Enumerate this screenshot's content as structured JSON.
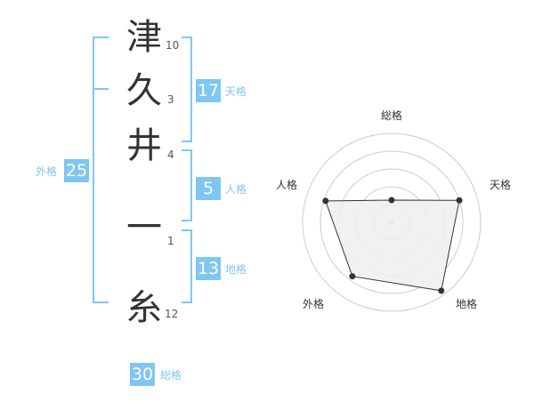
{
  "characters": [
    {
      "char": "津",
      "strokes": "10"
    },
    {
      "char": "久",
      "strokes": "3"
    },
    {
      "char": "井",
      "strokes": "4"
    },
    {
      "char": "一",
      "strokes": "1"
    },
    {
      "char": "糸",
      "strokes": "12"
    }
  ],
  "kaku": {
    "tenkaku": {
      "value": "17",
      "label": "天格"
    },
    "jinkaku": {
      "value": "5",
      "label": "人格"
    },
    "chikaku": {
      "value": "13",
      "label": "地格"
    },
    "gaikaku": {
      "value": "25",
      "label": "外格"
    },
    "soukaku": {
      "value": "30",
      "label": "総格"
    }
  },
  "radar": {
    "axes": [
      "総格",
      "天格",
      "地格",
      "外格",
      "人格"
    ],
    "values": [
      0.25,
      0.8,
      0.95,
      0.75,
      0.78
    ],
    "max": 1
  }
}
